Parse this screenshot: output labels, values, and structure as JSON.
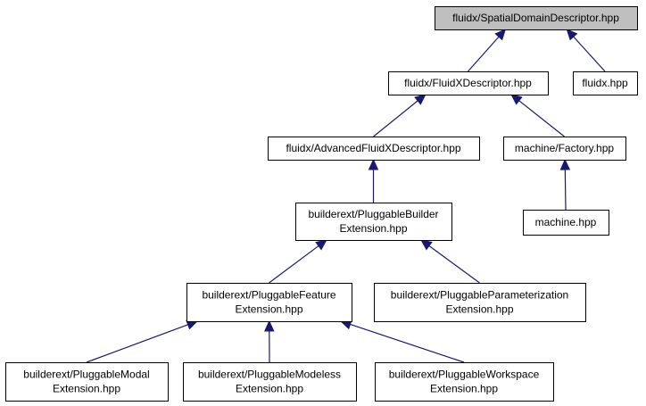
{
  "diagram": {
    "nodes": [
      {
        "id": "n0",
        "lines": [
          "fluidx/SpatialDomainDescriptor.hpp"
        ],
        "root": true
      },
      {
        "id": "n1",
        "lines": [
          "fluidx/FluidXDescriptor.hpp"
        ]
      },
      {
        "id": "n2",
        "lines": [
          "fluidx.hpp"
        ]
      },
      {
        "id": "n3",
        "lines": [
          "fluidx/AdvancedFluidXDescriptor.hpp"
        ]
      },
      {
        "id": "n4",
        "lines": [
          "machine/Factory.hpp"
        ]
      },
      {
        "id": "n5",
        "lines": [
          "builderext/PluggableBuilder",
          "Extension.hpp"
        ]
      },
      {
        "id": "n6",
        "lines": [
          "machine.hpp"
        ]
      },
      {
        "id": "n7",
        "lines": [
          "builderext/PluggableFeature",
          "Extension.hpp"
        ]
      },
      {
        "id": "n8",
        "lines": [
          "builderext/PluggableParameterization",
          "Extension.hpp"
        ]
      },
      {
        "id": "n9",
        "lines": [
          "builderext/PluggableModal",
          "Extension.hpp"
        ]
      },
      {
        "id": "n10",
        "lines": [
          "builderext/PluggableModeless",
          "Extension.hpp"
        ]
      },
      {
        "id": "n11",
        "lines": [
          "builderext/PluggableWorkspace",
          "Extension.hpp"
        ]
      }
    ],
    "edges": [
      {
        "from": "n1",
        "to": "n0"
      },
      {
        "from": "n2",
        "to": "n0"
      },
      {
        "from": "n3",
        "to": "n1"
      },
      {
        "from": "n4",
        "to": "n1"
      },
      {
        "from": "n5",
        "to": "n3"
      },
      {
        "from": "n6",
        "to": "n4"
      },
      {
        "from": "n7",
        "to": "n5"
      },
      {
        "from": "n8",
        "to": "n5"
      },
      {
        "from": "n9",
        "to": "n7"
      },
      {
        "from": "n10",
        "to": "n7"
      },
      {
        "from": "n11",
        "to": "n7"
      }
    ],
    "colors": {
      "edge": "#191970",
      "root_fill": "#bfbfbf",
      "node_fill": "#ffffff"
    }
  }
}
